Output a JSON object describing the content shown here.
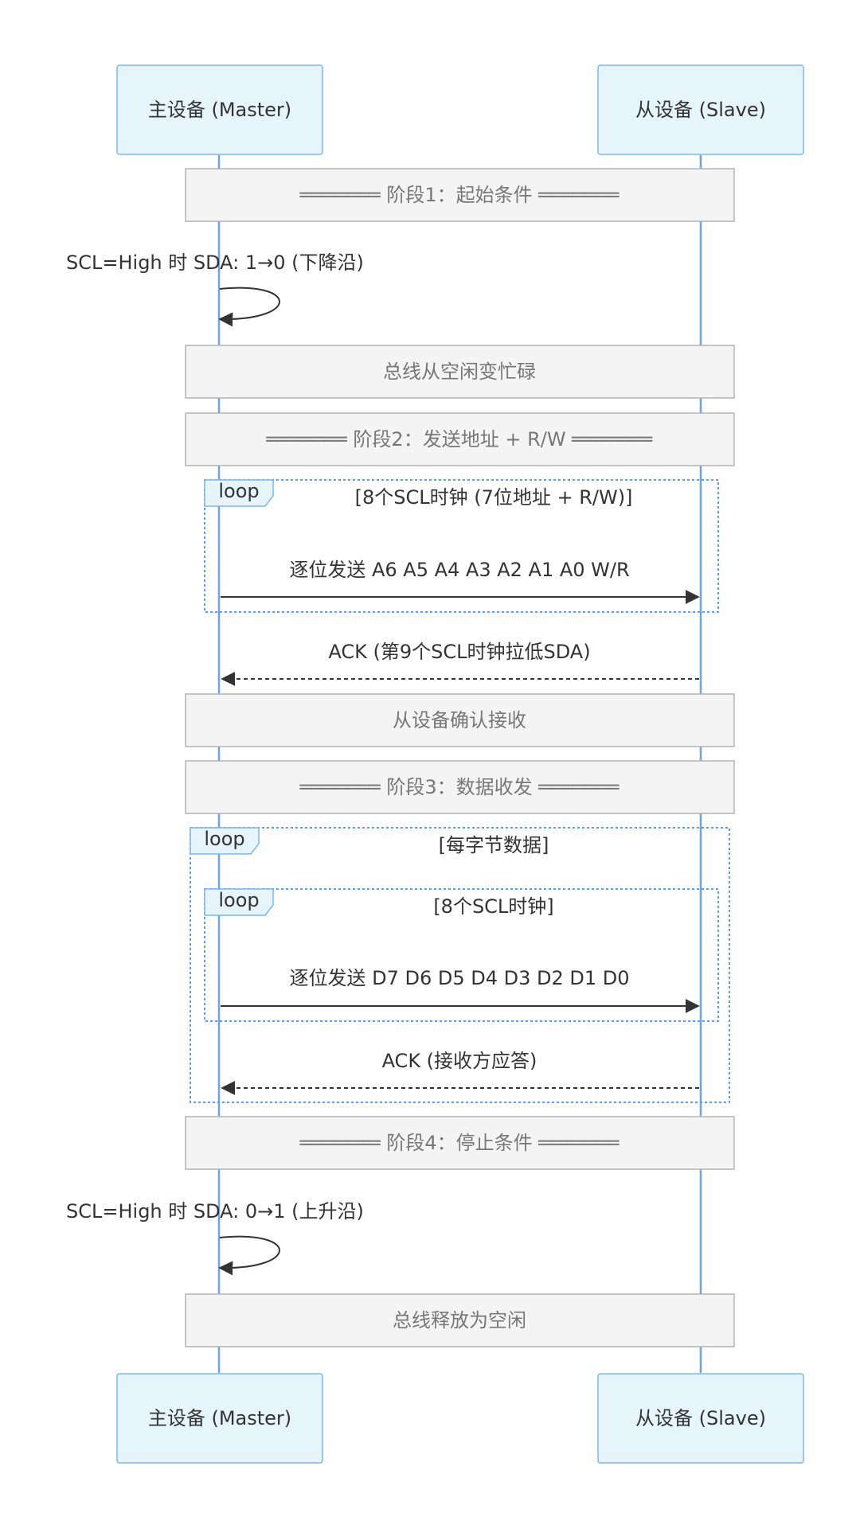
{
  "actors": {
    "master": "主设备 (Master)",
    "slave": "从设备 (Slave)"
  },
  "steps": [
    {
      "kind": "note",
      "text": "═══════ 阶段1：起始条件 ═══════"
    },
    {
      "kind": "self",
      "text": "SCL=High 时 SDA: 1→0 (下降沿)"
    },
    {
      "kind": "note",
      "text": "总线从空闲变忙碌"
    },
    {
      "kind": "note",
      "text": "═══════ 阶段2：发送地址 + R/W ═══════"
    },
    {
      "kind": "loop-start",
      "label": "loop",
      "condition": "[8个SCL时钟 (7位地址 + R/W)]"
    },
    {
      "kind": "message",
      "from": "master",
      "to": "slave",
      "style": "solid",
      "text": "逐位发送 A6 A5 A4 A3 A2 A1 A0 W/R"
    },
    {
      "kind": "loop-end"
    },
    {
      "kind": "message",
      "from": "slave",
      "to": "master",
      "style": "dashed",
      "text": "ACK (第9个SCL时钟拉低SDA)"
    },
    {
      "kind": "note",
      "text": "从设备确认接收"
    },
    {
      "kind": "note",
      "text": "═══════ 阶段3：数据收发 ═══════"
    },
    {
      "kind": "loop-start",
      "label": "loop",
      "condition": "[每字节数据]"
    },
    {
      "kind": "loop-start",
      "label": "loop",
      "condition": "[8个SCL时钟]"
    },
    {
      "kind": "message",
      "from": "master",
      "to": "slave",
      "style": "solid",
      "text": "逐位发送 D7 D6 D5 D4 D3 D2 D1 D0"
    },
    {
      "kind": "loop-end"
    },
    {
      "kind": "message",
      "from": "slave",
      "to": "master",
      "style": "dashed",
      "text": "ACK (接收方应答)"
    },
    {
      "kind": "loop-end"
    },
    {
      "kind": "note",
      "text": "═══════ 阶段4：停止条件 ═══════"
    },
    {
      "kind": "self",
      "text": "SCL=High 时 SDA: 0→1 (上升沿)"
    },
    {
      "kind": "note",
      "text": "总线释放为空闲"
    }
  ]
}
